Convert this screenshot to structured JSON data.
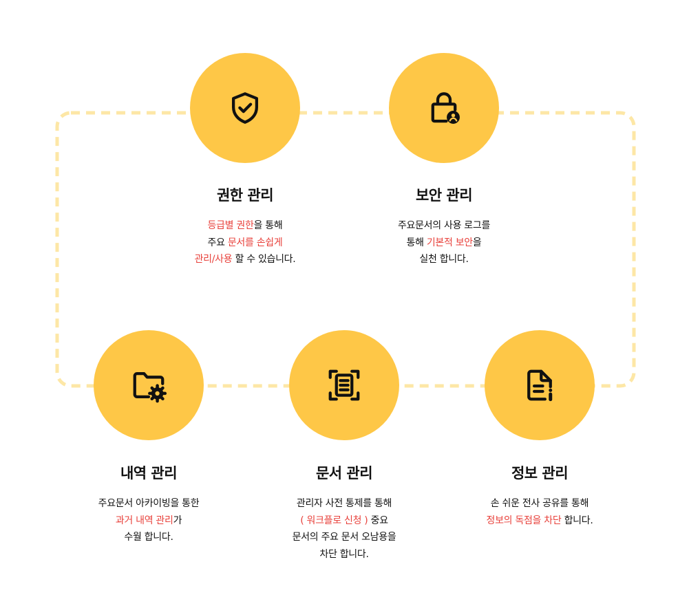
{
  "accent_color": "#fec747",
  "highlight_color": "#e8413b",
  "features": [
    {
      "icon": "shield-check-icon",
      "title": "권한 관리",
      "lines": [
        [
          {
            "text": "등급별 권한",
            "hl": true
          },
          {
            "text": "을 통해",
            "hl": false
          }
        ],
        [
          {
            "text": "주요 ",
            "hl": false
          },
          {
            "text": "문서를 손쉽게",
            "hl": true
          }
        ],
        [
          {
            "text": "관리/사용",
            "hl": true
          },
          {
            "text": " 할 수 있습니다.",
            "hl": false
          }
        ]
      ]
    },
    {
      "icon": "lock-user-icon",
      "title": "보안 관리",
      "lines": [
        [
          {
            "text": "주요문서의 사용 로그를",
            "hl": false
          }
        ],
        [
          {
            "text": "통해 ",
            "hl": false
          },
          {
            "text": "기본적 보안",
            "hl": true
          },
          {
            "text": "을",
            "hl": false
          }
        ],
        [
          {
            "text": "실천 합니다.",
            "hl": false
          }
        ]
      ]
    },
    {
      "icon": "folder-settings-icon",
      "title": "내역 관리",
      "lines": [
        [
          {
            "text": "주요문서 아카이빙을 통한",
            "hl": false
          }
        ],
        [
          {
            "text": "과거 내역 관리",
            "hl": true
          },
          {
            "text": "가",
            "hl": false
          }
        ],
        [
          {
            "text": "수월 합니다.",
            "hl": false
          }
        ]
      ]
    },
    {
      "icon": "document-scan-icon",
      "title": "문서 관리",
      "lines": [
        [
          {
            "text": "관리자 사전 통제를 통해",
            "hl": false
          }
        ],
        [
          {
            "text": "( 워크플로 신청 )",
            "hl": true
          },
          {
            "text": " 중요",
            "hl": false
          }
        ],
        [
          {
            "text": "문서의 주요 문서 오남용을",
            "hl": false
          }
        ],
        [
          {
            "text": "차단 합니다.",
            "hl": false
          }
        ]
      ]
    },
    {
      "icon": "file-info-icon",
      "title": "정보 관리",
      "lines": [
        [
          {
            "text": "손 쉬운 전사 공유를 통해",
            "hl": false
          }
        ],
        [
          {
            "text": "정보의 독점을 차단",
            "hl": true
          },
          {
            "text": " 합니다.",
            "hl": false
          }
        ]
      ]
    }
  ]
}
